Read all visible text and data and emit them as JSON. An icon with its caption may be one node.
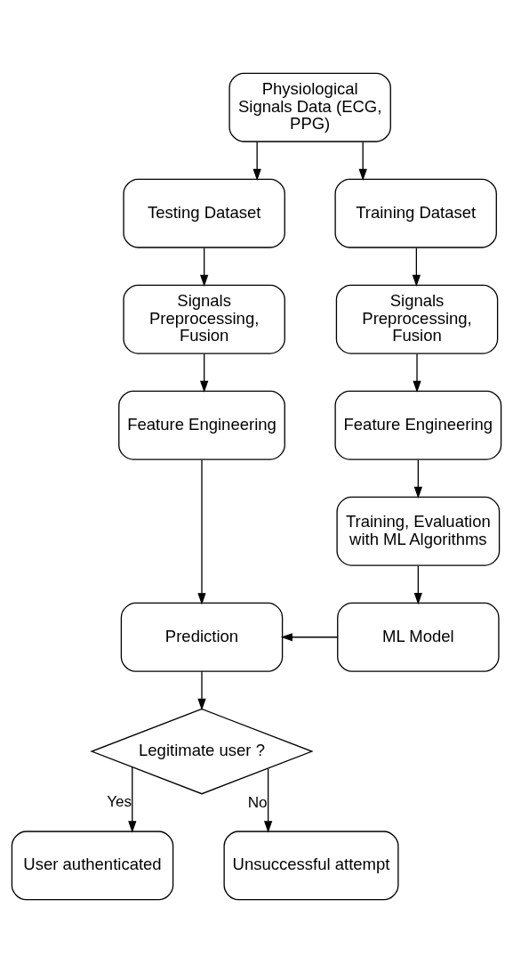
{
  "diagram": {
    "nodes": [
      {
        "text": [
          "Physiological Signals Data (ECG, PPG)"
        ]
      },
      {
        "text": [
          "Testing Dataset"
        ]
      },
      {
        "text": [
          "Training Dataset"
        ]
      },
      {
        "text": [
          "Signals Preprocessing, Fusion"
        ]
      },
      {
        "text": [
          "Signals Preprocessing, Fusion"
        ]
      },
      {
        "text": [
          "Feature Engineering"
        ]
      },
      {
        "text": [
          "Feature Engineering"
        ]
      },
      {
        "text": [
          "Training, Evaluation with ML Algorithms"
        ]
      },
      {
        "text": [
          "Prediction"
        ]
      },
      {
        "text": [
          "ML Model"
        ]
      },
      {
        "text": [
          "Legitimate user ?"
        ]
      },
      {
        "text": [
          "User authenticated"
        ]
      },
      {
        "text": [
          "Unsuccessful attempt"
        ]
      }
    ],
    "edges": [
      {
        "from": 0,
        "to": 1,
        "arrow": "to"
      },
      {
        "from": 0,
        "to": 2,
        "arrow": "to"
      },
      {
        "from": 1,
        "to": 3,
        "arrow": "to"
      },
      {
        "from": 2,
        "to": 4,
        "arrow": "to"
      },
      {
        "from": 3,
        "to": 5,
        "arrow": "to"
      },
      {
        "from": 4,
        "to": 6,
        "arrow": "to"
      },
      {
        "from": 6,
        "to": 7,
        "arrow": "to"
      },
      {
        "from": 5,
        "to": 8,
        "arrow": "to"
      },
      {
        "from": 7,
        "to": 9,
        "arrow": "to"
      },
      {
        "from": 9,
        "to": 8,
        "arrow": "to"
      },
      {
        "from": 8,
        "to": 10,
        "arrow": "to"
      },
      {
        "from": 10,
        "to": 11,
        "label": "Yes",
        "arrow": "to"
      },
      {
        "from": 10,
        "to": 12,
        "label": "No",
        "arrow": "to"
      }
    ]
  }
}
